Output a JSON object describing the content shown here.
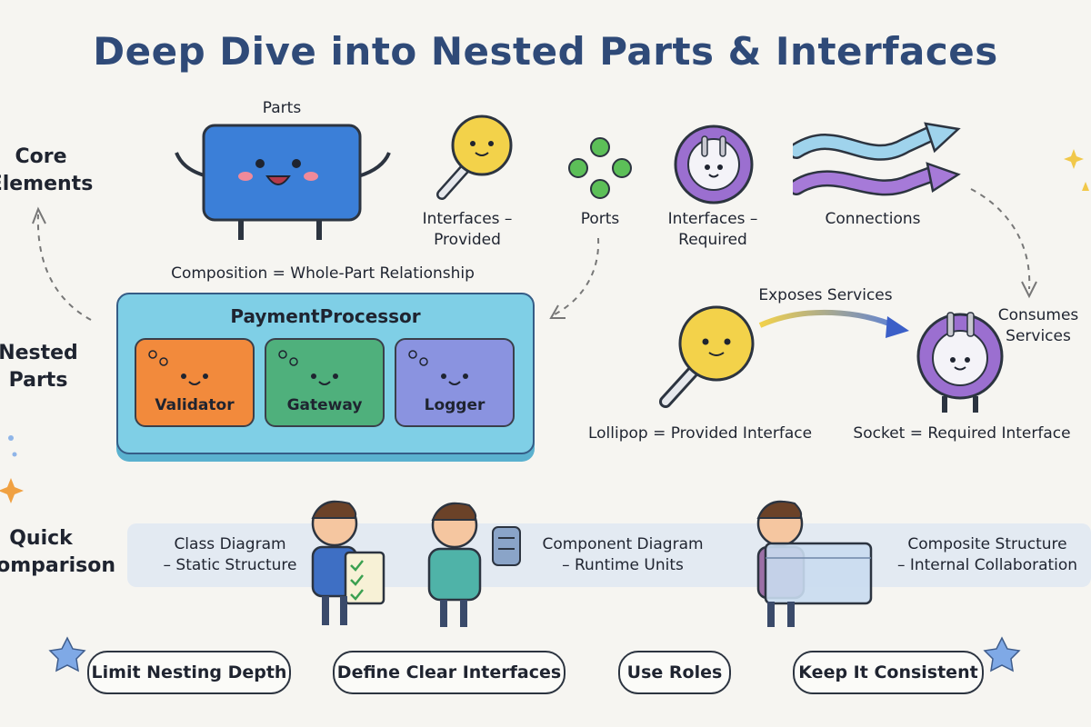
{
  "title": "Deep Dive into Nested Parts & Interfaces",
  "sections": {
    "core": "Core\nElements",
    "nested": "Nested\nParts",
    "comparison": "Quick\nComparison"
  },
  "core_elements": {
    "parts": "Parts",
    "interfaces_provided": "Interfaces –\nProvided",
    "ports": "Ports",
    "interfaces_required": "Interfaces –\nRequired",
    "connections": "Connections"
  },
  "nested": {
    "composition": "Composition = Whole-Part Relationship",
    "container": "PaymentProcessor",
    "parts": [
      "Validator",
      "Gateway",
      "Logger"
    ]
  },
  "interface_demo": {
    "exposes": "Exposes Services",
    "consumes": "Consumes\nServices",
    "lollipop": "Lollipop = Provided Interface",
    "socket": "Socket = Required Interface"
  },
  "comparison": {
    "class": "Class Diagram\n– Static Structure",
    "component": "Component Diagram\n– Runtime Units",
    "composite": "Composite Structure\n– Internal Collaboration"
  },
  "tips": [
    "Limit Nesting Depth",
    "Define Clear Interfaces",
    "Use Roles",
    "Keep It Consistent"
  ],
  "colors": {
    "title": "#2f4a78",
    "parts_blue": "#3b7fd8",
    "validator": "#f28a3c",
    "gateway": "#4fb07c",
    "logger": "#8a93e0",
    "provided_yellow": "#f3d24a",
    "required_purple": "#9b6fd0",
    "ports_green": "#5cbf58"
  }
}
